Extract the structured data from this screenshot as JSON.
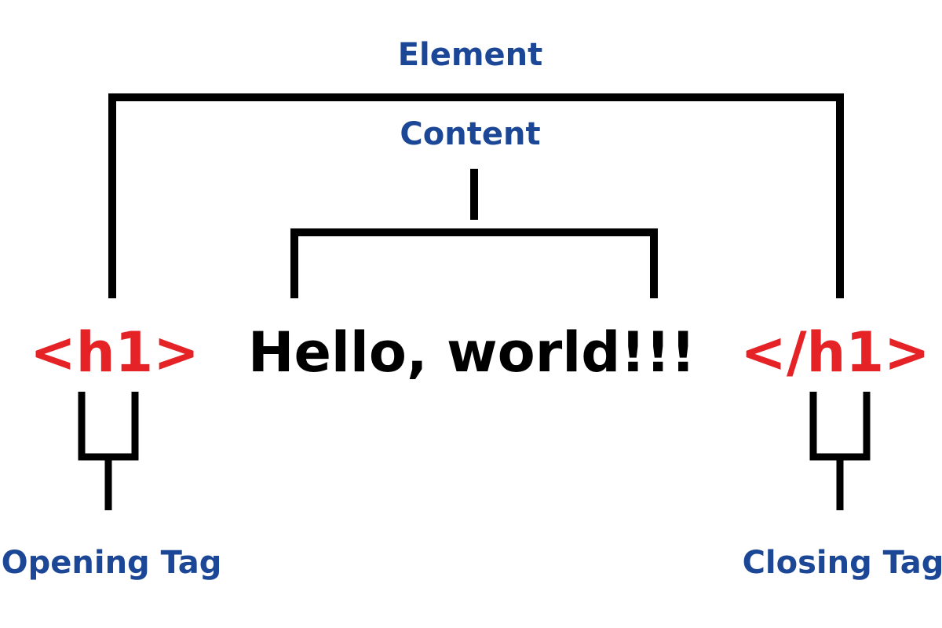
{
  "diagram": {
    "element_label": "Element",
    "content_label": "Content",
    "opening_tag": "<h1>",
    "content_text": "Hello, world!!!",
    "closing_tag": "</h1>",
    "opening_tag_label": "Opening Tag",
    "closing_tag_label": "Closing Tag"
  },
  "colors": {
    "label_blue": "#1c4796",
    "tag_red": "#e52226",
    "line_black": "#000000"
  }
}
